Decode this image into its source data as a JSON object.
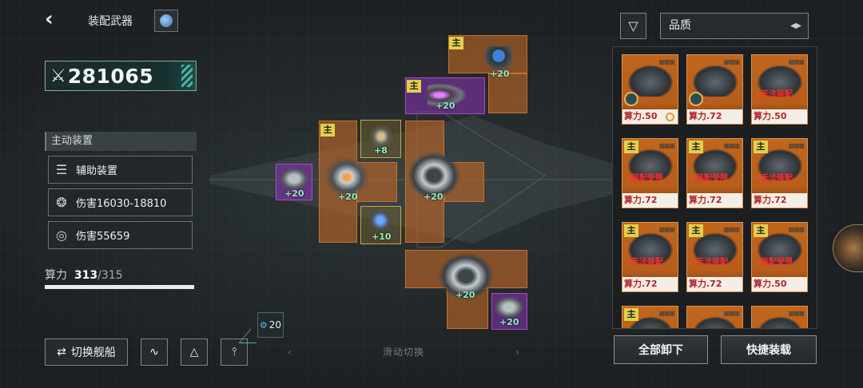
{
  "header": {
    "title": "装配武器"
  },
  "power": {
    "value": "281065"
  },
  "active": {
    "section_title": "主动装置",
    "rows": [
      {
        "icon": "auxiliary-device-icon",
        "text": "辅助装置"
      },
      {
        "icon": "damage-range-icon",
        "text": "伤害16030-18810"
      },
      {
        "icon": "damage-icon",
        "text": "伤害55659"
      }
    ]
  },
  "compute": {
    "label": "算力",
    "current": "313",
    "sep_max": "/315",
    "fill_fraction": 0.994
  },
  "bottom_bar": {
    "switch_ship": "切换舰船",
    "badge_value": "20",
    "swipe_hint": "滑动切换"
  },
  "ship_slots": {
    "main_tag": "主",
    "bonuses": [
      "+20",
      "+20",
      "+8",
      "+20",
      "+20",
      "+10",
      "+20",
      "+20",
      "+20"
    ]
  },
  "inventory": {
    "sort_label": "品质",
    "main_tag": "主",
    "cards": [
      {
        "main": false,
        "label": "算力.50",
        "warn": "",
        "gear": true
      },
      {
        "main": false,
        "label": "算力.72",
        "warn": "",
        "gear": false
      },
      {
        "main": false,
        "label": "算力.50",
        "warn": "无法装配",
        "gear": false
      },
      {
        "main": true,
        "label": "算力.72",
        "warn": "装配受限",
        "gear": false
      },
      {
        "main": true,
        "label": "算力.72",
        "warn": "装配受限",
        "gear": false
      },
      {
        "main": true,
        "label": "算力.72",
        "warn": "无法装配",
        "gear": false
      },
      {
        "main": true,
        "label": "算力.72",
        "warn": "无法装配",
        "gear": false
      },
      {
        "main": true,
        "label": "算力.72",
        "warn": "无法装配",
        "gear": false
      },
      {
        "main": true,
        "label": "算力.50",
        "warn": "装配受限",
        "gear": false
      },
      {
        "main": true,
        "label": "",
        "warn": "",
        "gear": false
      },
      {
        "main": false,
        "label": "",
        "warn": "",
        "gear": false
      },
      {
        "main": false,
        "label": "",
        "warn": "",
        "gear": false
      }
    ],
    "unequip_all": "全部卸下",
    "quick_equip": "快捷装载"
  },
  "colors": {
    "accent_teal": "#49b3a0",
    "slot_orange": "#c96f2a",
    "slot_purple": "#a34bc7",
    "warn_red": "#ff2b2b"
  }
}
